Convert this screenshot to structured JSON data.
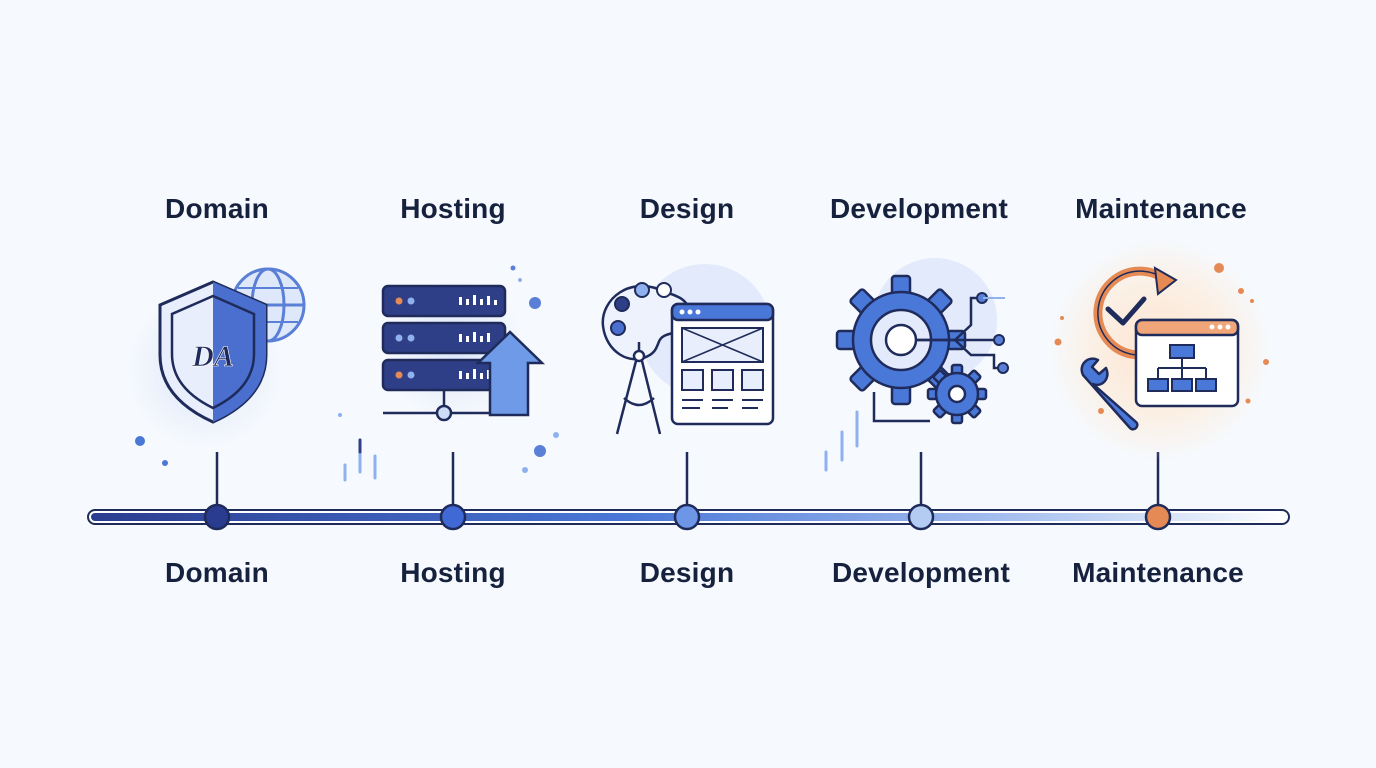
{
  "stages": [
    {
      "top_label": "Domain",
      "bottom_label": "Domain",
      "icon": "shield-globe-icon",
      "icon_text": "DA"
    },
    {
      "top_label": "Hosting",
      "bottom_label": "Hosting",
      "icon": "server-rack-icon"
    },
    {
      "top_label": "Design",
      "bottom_label": "Design",
      "icon": "palette-wireframe-icon"
    },
    {
      "top_label": "Development",
      "bottom_label": "Development",
      "icon": "gears-circuit-icon"
    },
    {
      "top_label": "Maintenance",
      "bottom_label": "Maintenance",
      "icon": "wrench-refresh-icon"
    }
  ],
  "colors": {
    "dark_blue": "#2a3c8f",
    "mid_blue": "#4a78d8",
    "light_blue": "#8fb1ee",
    "orange": "#e58a55",
    "text": "#16213e"
  }
}
